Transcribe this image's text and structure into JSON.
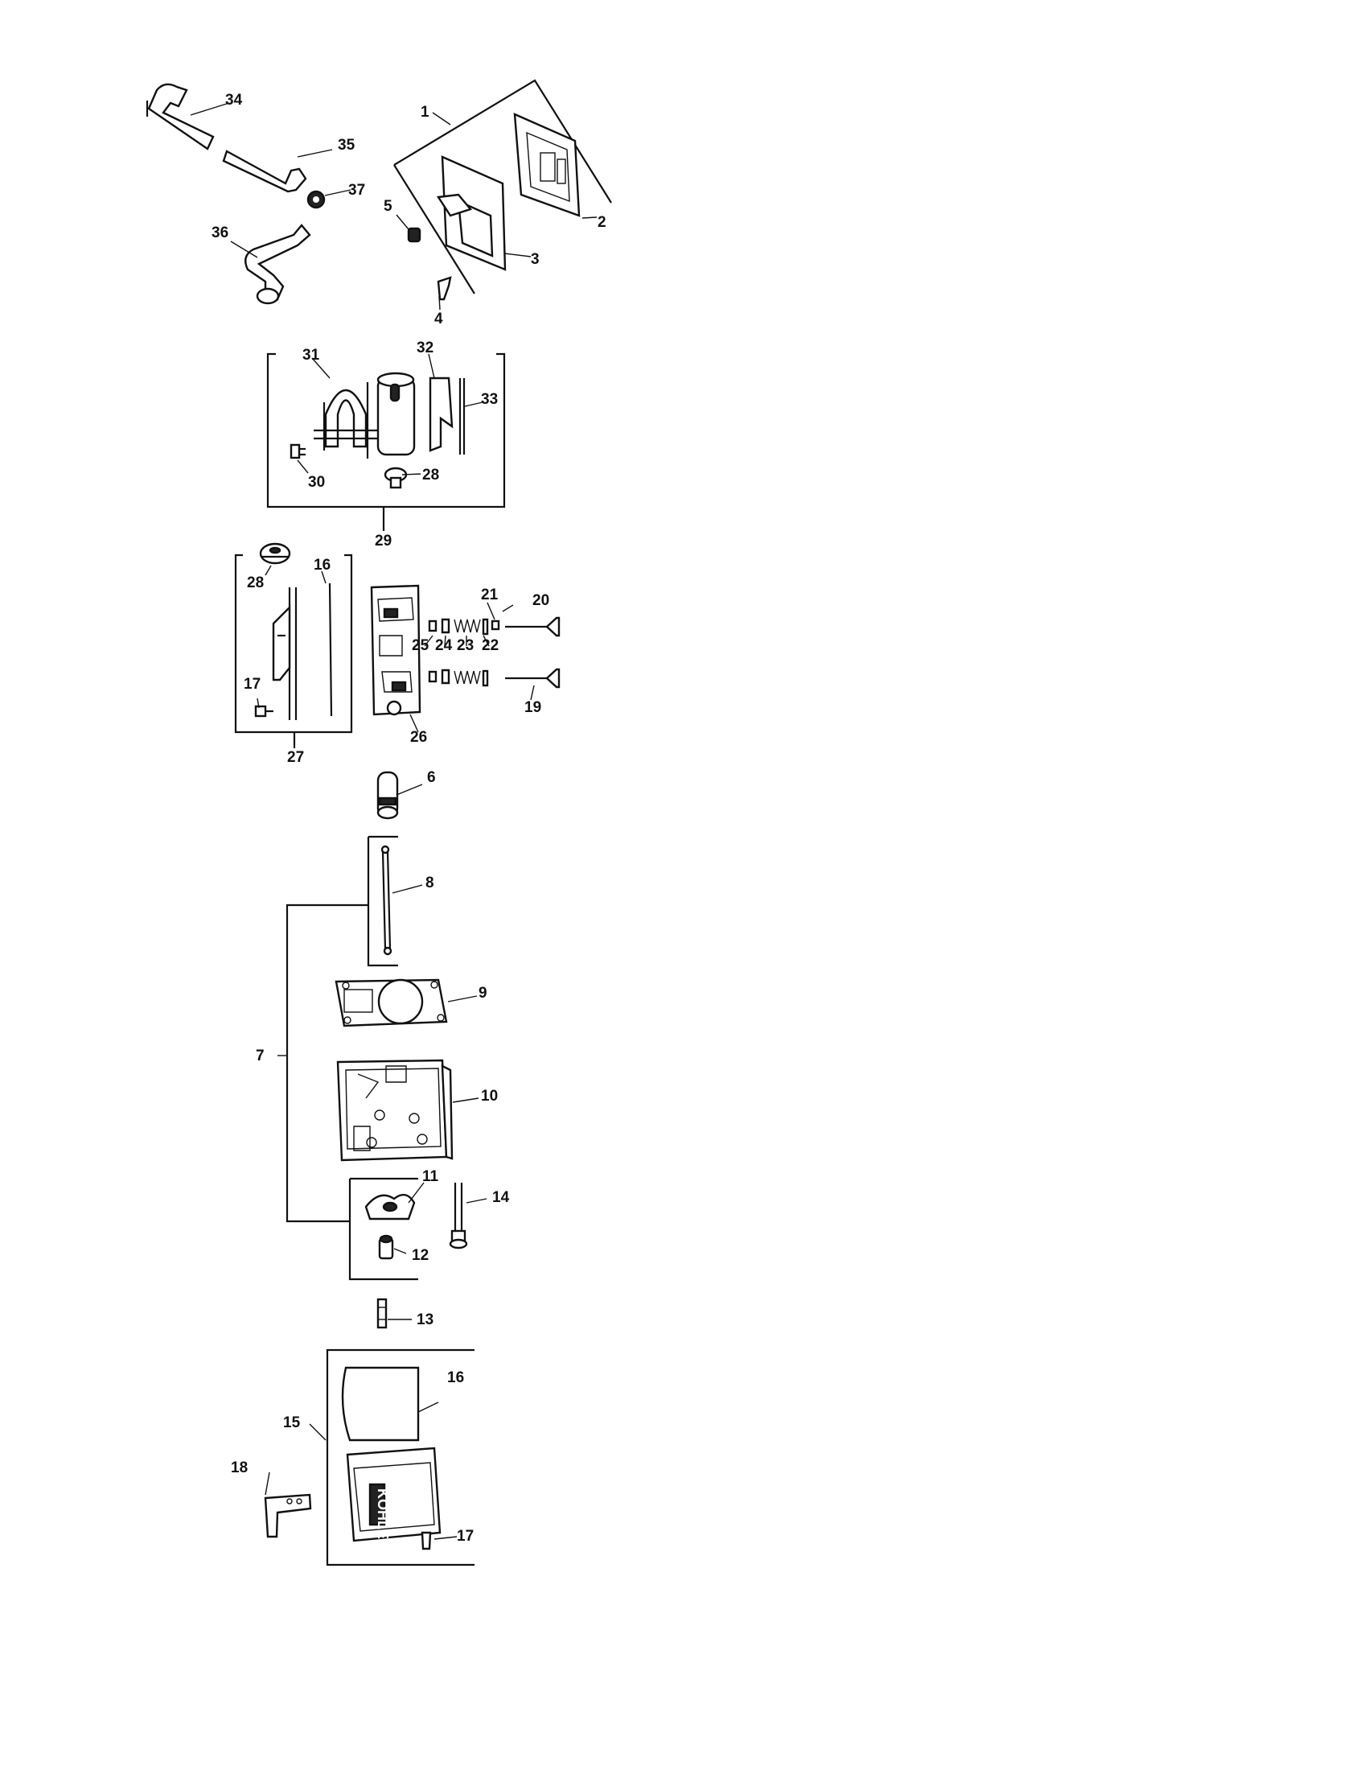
{
  "callouts": {
    "c1": "1",
    "c2": "2",
    "c3": "3",
    "c4": "4",
    "c5": "5",
    "c6": "6",
    "c7": "7",
    "c8": "8",
    "c9": "9",
    "c10": "10",
    "c11": "11",
    "c12": "12",
    "c13": "13",
    "c14": "14",
    "c15": "15",
    "c16a": "16",
    "c16b": "16",
    "c17a": "17",
    "c17b": "17",
    "c18": "18",
    "c19": "19",
    "c20": "20",
    "c21": "21",
    "c22": "22",
    "c23": "23",
    "c24": "24",
    "c25": "25",
    "c26": "26",
    "c27": "27",
    "c28a": "28",
    "c28b": "28",
    "c29": "29",
    "c30": "30",
    "c31": "31",
    "c32": "32",
    "c33": "33",
    "c34": "34",
    "c35": "35",
    "c36": "36",
    "c37": "37"
  },
  "valve_cover_brand": "KOHLER"
}
